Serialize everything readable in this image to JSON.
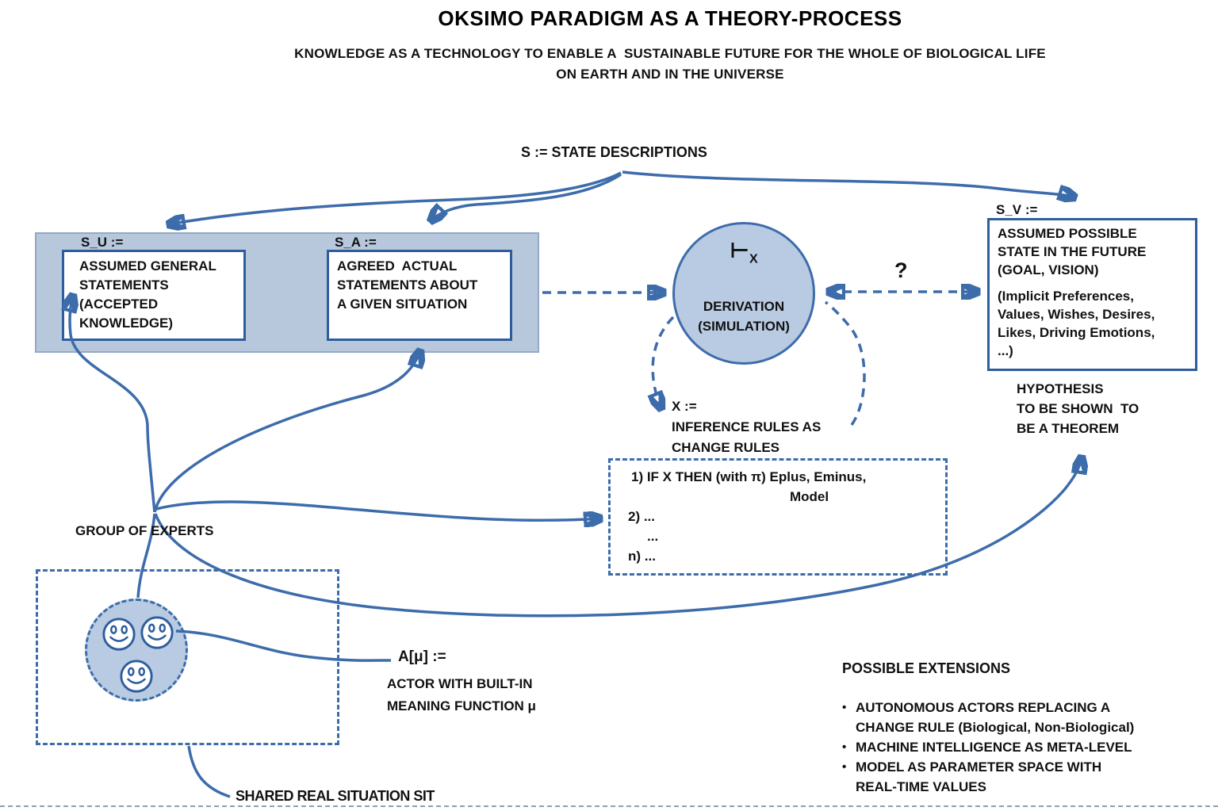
{
  "header": {
    "title": "OKSIMO PARADIGM AS A THEORY-PROCESS",
    "subtitle": "KNOWLEDGE AS A TECHNOLOGY TO ENABLE A  SUSTAINABLE FUTURE FOR THE WHOLE OF BIOLOGICAL LIFE\nON EARTH AND IN THE UNIVERSE"
  },
  "colors": {
    "line_blue": "#3d6cab",
    "box_border_blue": "#2e5d9d",
    "panel_fill": "#b7c8dd",
    "circle_fill": "#b9cbe2"
  },
  "state_descriptions_label": "S := STATE DESCRIPTIONS",
  "su": {
    "label": "S_U :=",
    "text": "ASSUMED GENERAL\nSTATEMENTS\n(ACCEPTED\nKNOWLEDGE)"
  },
  "sa": {
    "label": "S_A :=",
    "text": "AGREED  ACTUAL\nSTATEMENTS ABOUT\nA GIVEN SITUATION"
  },
  "derivation": {
    "symbol": "⊢",
    "symbol_sub": "X",
    "text": "DERIVATION\n(SIMULATION)"
  },
  "question_mark": "?",
  "sv": {
    "label": "S_V :=",
    "text_top": "ASSUMED POSSIBLE\nSTATE IN THE FUTURE\n(GOAL, VISION)",
    "text_bottom": "(Implicit Preferences,\nValues, Wishes, Desires,\nLikes, Driving Emotions,\n...)"
  },
  "hypothesis": "HYPOTHESIS\nTO BE SHOWN  TO\nBE A THEOREM",
  "inference": "X :=\nINFERENCE RULES AS\nCHANGE RULES",
  "rules_box": {
    "line1": "1) IF X THEN (with π) Eplus, Eminus,",
    "line2": "Model",
    "line3": "2) ...",
    "line4": "...",
    "line5": "n) ..."
  },
  "group_of_experts": "GROUP OF EXPERTS",
  "actor": {
    "label": "A[μ] :=",
    "text": "ACTOR WITH BUILT-IN\nMEANING FUNCTION μ"
  },
  "shared_situation": "SHARED REAL SITUATION SIT",
  "extensions": {
    "heading": "POSSIBLE EXTENSIONS",
    "bullet": "•",
    "items": [
      "AUTONOMOUS ACTORS REPLACING A\nCHANGE RULE (Biological, Non-Biological)",
      "MACHINE INTELLIGENCE AS META-LEVEL",
      "MODEL AS PARAMETER SPACE WITH\nREAL-TIME VALUES"
    ]
  }
}
